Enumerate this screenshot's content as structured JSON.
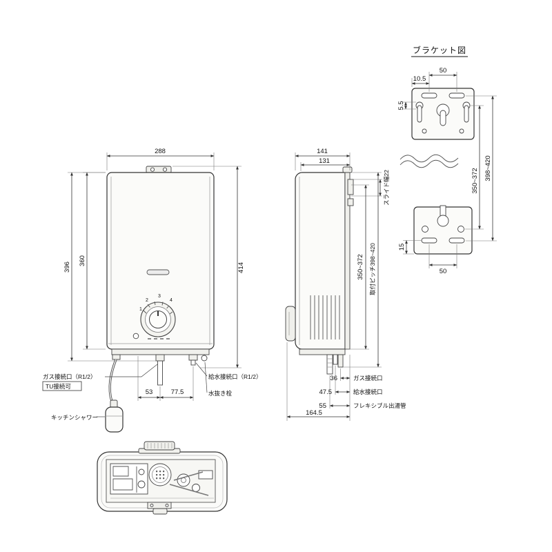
{
  "drawing": {
    "bracket": {
      "title": "ブラケット図",
      "dim_top_width": "50",
      "dim_top_offset": "10.5",
      "dim_slot": "5.5",
      "dim_pitch_outer": "398~420",
      "dim_pitch_inner": "350~372",
      "dim_bottom_offset": "15",
      "dim_bottom_width": "50"
    },
    "front": {
      "dim_width": "288",
      "dim_height_body": "360",
      "dim_height_outer": "396",
      "dim_height_total": "414",
      "dial_numbers": [
        "1",
        "2",
        "3",
        "4"
      ],
      "dim_gas": "53",
      "dim_water": "77.5",
      "label_gas": "ガス接続口（R1/2）",
      "label_tu": "TU接続可",
      "label_water": "給水接続口（R1/2）",
      "label_drain": "水抜き栓",
      "label_shower": "キッチンシャワー"
    },
    "side": {
      "dim_depth_total": "141",
      "dim_depth_body": "131",
      "label_slide": "スライド幅22",
      "dim_pitch_inner": "350~372",
      "label_pitch": "取付ピッチ398~420",
      "dim_gas": "36",
      "label_gas": "ガス接続口",
      "dim_water": "47.5",
      "label_water": "給水接続口",
      "dim_flex": "55",
      "label_flex": "フレキシブル出湯管",
      "dim_depth_overall": "164.5"
    }
  }
}
